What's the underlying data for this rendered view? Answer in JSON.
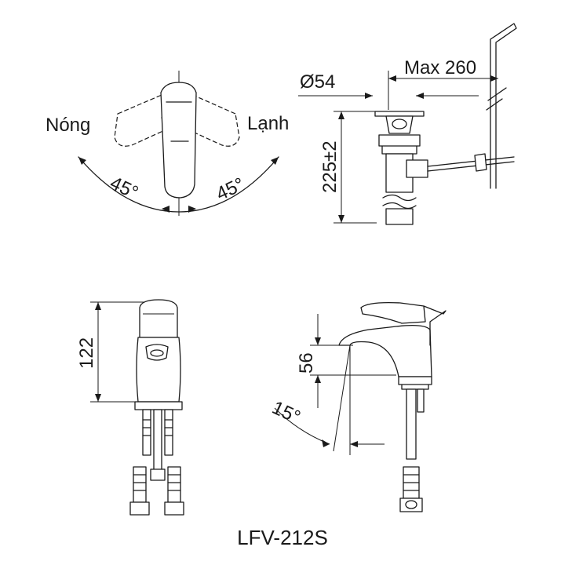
{
  "labels": {
    "hot": "Nóng",
    "cold": "Lạnh",
    "angle_left": "45°",
    "angle_right": "45°",
    "diameter": "Ø54",
    "max_reach": "Max 260",
    "pipe_height": "225±2",
    "faucet_height": "122",
    "spout_height": "56",
    "spout_angle": "15°"
  },
  "model": "LFV-212S"
}
